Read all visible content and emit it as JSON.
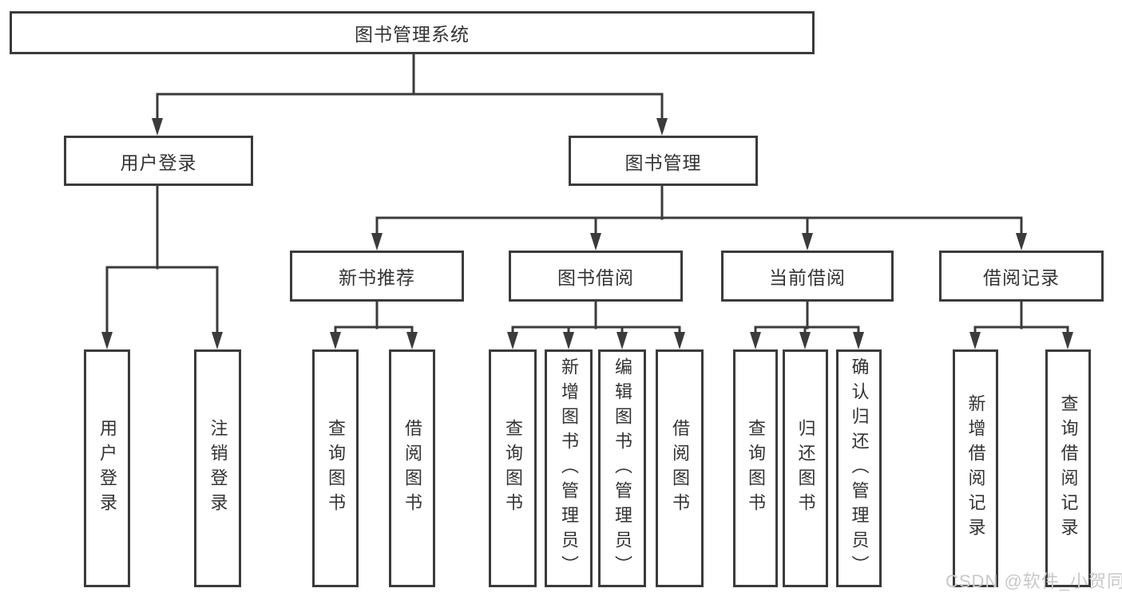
{
  "diagram": {
    "root": {
      "label": "图书管理系统"
    },
    "level2": [
      {
        "id": "user-login",
        "label": "用户登录",
        "children": [
          {
            "label": "用户登录"
          },
          {
            "label": "注销登录"
          }
        ]
      },
      {
        "id": "book-management",
        "label": "图书管理",
        "children": [
          {
            "id": "new-book-recommend",
            "label": "新书推荐",
            "children": [
              {
                "label": "查询图书"
              },
              {
                "label": "借阅图书"
              }
            ]
          },
          {
            "id": "book-borrow",
            "label": "图书借阅",
            "children": [
              {
                "label": "查询图书"
              },
              {
                "label": "新增图书（管理员）"
              },
              {
                "label": "编辑图书（管理员）"
              },
              {
                "label": "借阅图书"
              }
            ]
          },
          {
            "id": "current-borrow",
            "label": "当前借阅",
            "children": [
              {
                "label": "查询图书"
              },
              {
                "label": "归还图书"
              },
              {
                "label": "确认归还（管理员）"
              }
            ]
          },
          {
            "id": "borrow-record",
            "label": "借阅记录",
            "children": [
              {
                "label": "新增借阅记录"
              },
              {
                "label": "查询借阅记录"
              }
            ]
          }
        ]
      }
    ],
    "watermark": "CSDN @软件_小贺同学"
  },
  "colors": {
    "line": "#3b3b3b",
    "text": "#333333",
    "watermark": "#c8c8c8",
    "background": "#ffffff"
  }
}
